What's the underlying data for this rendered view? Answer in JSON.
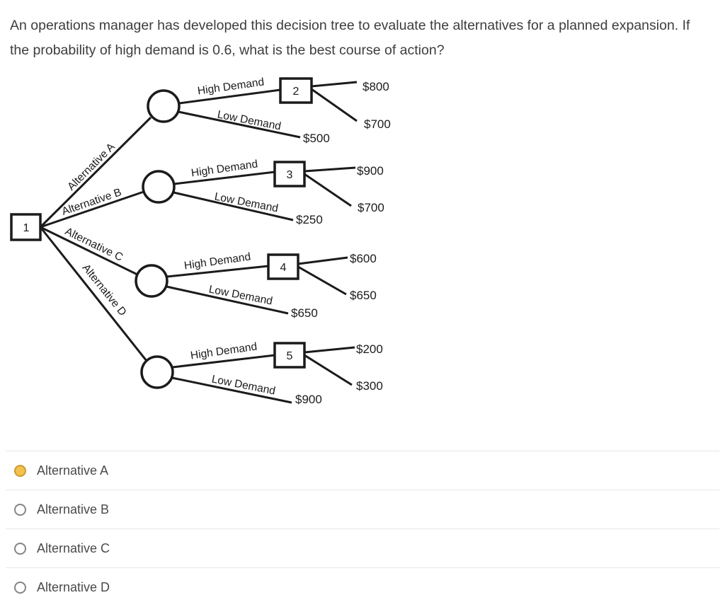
{
  "question": {
    "text": "An operations manager has developed this decision tree to evaluate the alternatives for a planned expansion. If the probability of high demand is 0.6, what is the best course of action?"
  },
  "tree": {
    "root_node": "1",
    "high_label": "High Demand",
    "low_label": "Low Demand",
    "rows": [
      {
        "alt": "Alternative A",
        "node": "2",
        "high_payoffs": [
          "$800",
          "$700"
        ],
        "low_payoff": "$500"
      },
      {
        "alt": "Alternative B",
        "node": "3",
        "high_payoffs": [
          "$900",
          "$700"
        ],
        "low_payoff": "$250"
      },
      {
        "alt": "Alternative C",
        "node": "4",
        "high_payoffs": [
          "$600",
          "$650"
        ],
        "low_payoff": "$650"
      },
      {
        "alt": "Alternative D",
        "node": "5",
        "high_payoffs": [
          "$200",
          "$300"
        ],
        "low_payoff": "$900"
      }
    ]
  },
  "options": [
    {
      "label": "Alternative A",
      "selected": true
    },
    {
      "label": "Alternative B",
      "selected": false
    },
    {
      "label": "Alternative C",
      "selected": false
    },
    {
      "label": "Alternative D",
      "selected": false
    }
  ],
  "colors": {
    "selected_radio_fill": "#F2C14E",
    "selected_radio_border": "#CE9B33",
    "divider": "#E7E7E7"
  }
}
